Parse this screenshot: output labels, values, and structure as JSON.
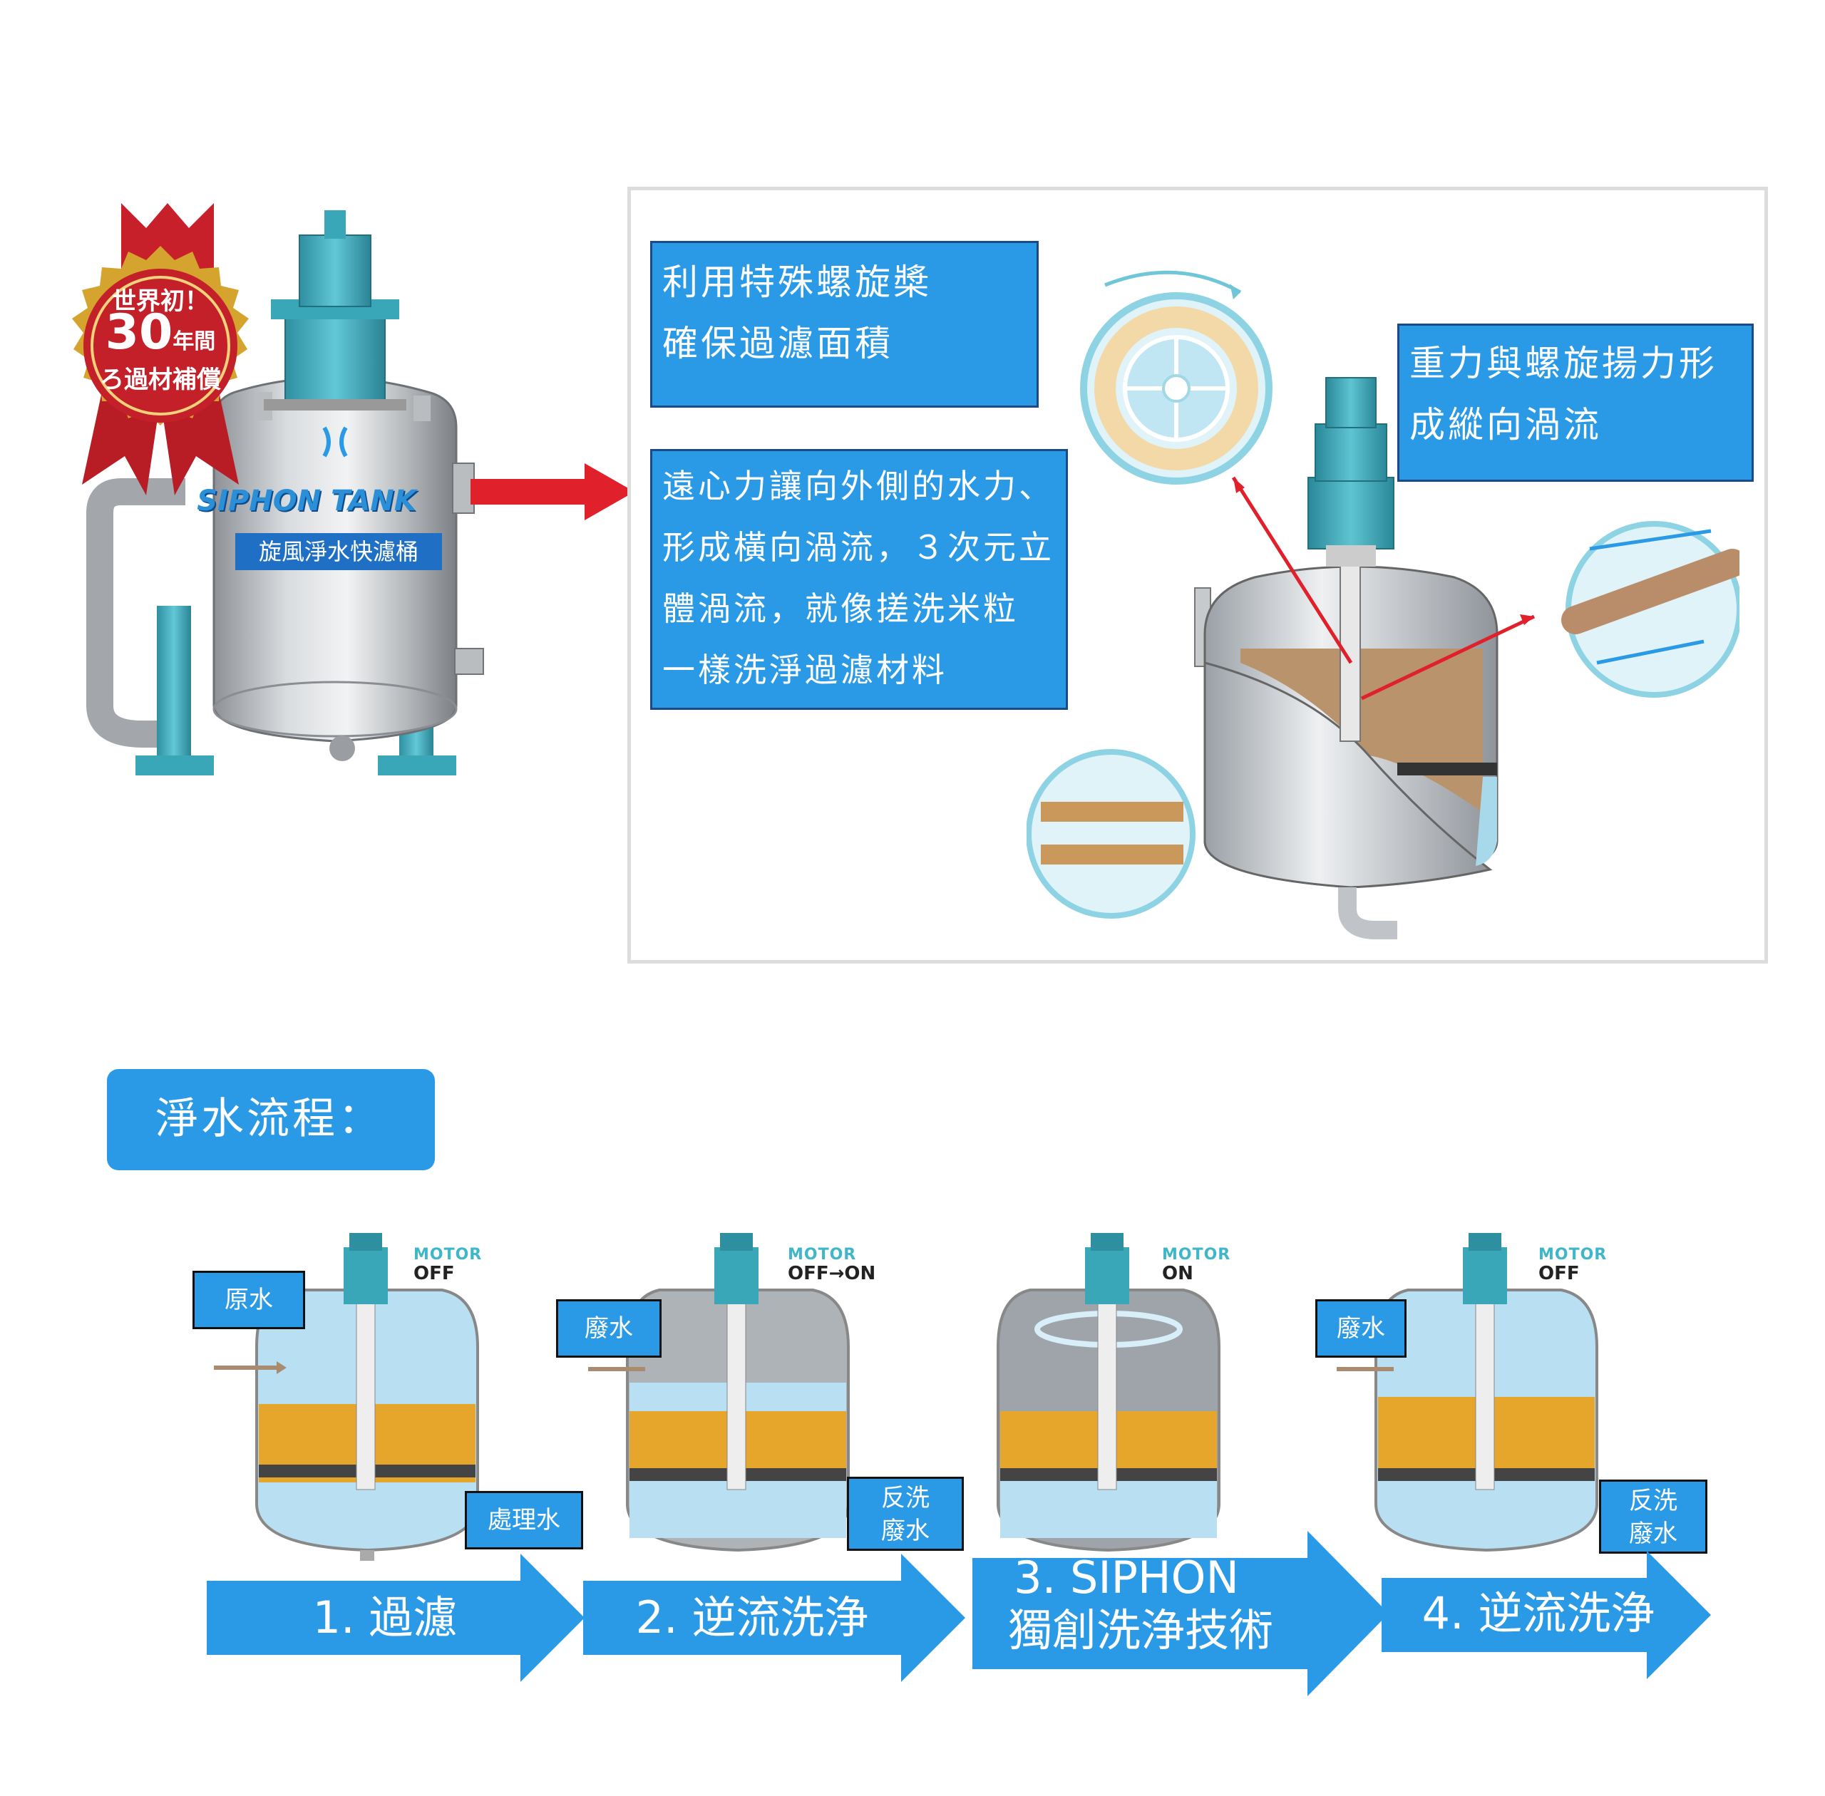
{
  "badge": {
    "line1": "世界初！",
    "line2_num": "30",
    "line2_unit": "年間",
    "line3": "ろ過材補償"
  },
  "tank": {
    "brand": "SIPHON TANK",
    "subtitle": "旋風淨水快濾桶"
  },
  "callouts": {
    "box1": [
      "利用特殊螺旋槳",
      "確保過濾面積"
    ],
    "box2": [
      "遠心力讓向外側的水力、",
      "形成橫向渦流，３次元立",
      "體渦流，就像搓洗米粒",
      "一樣洗淨過濾材料"
    ],
    "box3": [
      "重力與螺旋揚力形",
      "成縱向渦流"
    ]
  },
  "process": {
    "heading": "淨水流程："
  },
  "stages": [
    {
      "motor": "MOTOR",
      "state": "OFF",
      "label_in": "原水",
      "label_out": "處理水"
    },
    {
      "motor": "MOTOR",
      "state": "OFF→ON",
      "label_in": "廢水",
      "label_out": "反洗\n廢水"
    },
    {
      "motor": "MOTOR",
      "state": "ON"
    },
    {
      "motor": "MOTOR",
      "state": "OFF",
      "label_in": "廢水",
      "label_out": "反洗\n廢水"
    }
  ],
  "steps": [
    {
      "text": "1. 過濾"
    },
    {
      "text": "2. 逆流洗浄"
    },
    {
      "line1": "3. SIPHON",
      "line2": "獨創洗浄技術"
    },
    {
      "text": "4. 逆流洗浄"
    }
  ],
  "colors": {
    "accent_blue": "#2b9ae6",
    "box_border": "#1b4a84",
    "arrow_red": "#e0202a",
    "teal": "#3fb6c9"
  }
}
